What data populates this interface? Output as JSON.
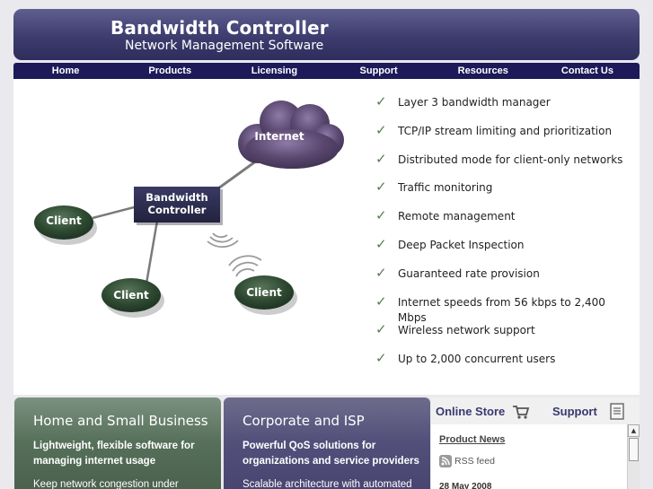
{
  "header": {
    "title": "Bandwidth Controller",
    "subtitle": "Network Management Software"
  },
  "nav": {
    "items": [
      {
        "label": "Home"
      },
      {
        "label": "Products"
      },
      {
        "label": "Licensing"
      },
      {
        "label": "Support"
      },
      {
        "label": "Resources"
      },
      {
        "label": "Contact Us"
      }
    ]
  },
  "diagram": {
    "internet": "Internet",
    "controller_line1": "Bandwidth",
    "controller_line2": "Controller",
    "client_left": "Client",
    "client_bottom": "Client",
    "client_wireless": "Client"
  },
  "features": {
    "items": [
      "Layer 3 bandwidth manager",
      "TCP/IP stream limiting and prioritization",
      "Distributed mode for client-only networks",
      "Traffic monitoring",
      "Remote management",
      "Deep Packet Inspection",
      "Guaranteed rate provision",
      "Internet speeds from 56 kbps to 2,400 Mbps",
      "Wireless network support",
      "Up to 2,000 concurrent users"
    ]
  },
  "panels": {
    "home": {
      "title": "Home and Small Business",
      "bold": "Lightweight, flexible software for managing internet usage",
      "body": "Keep network congestion under"
    },
    "corporate": {
      "title": "Corporate and ISP",
      "bold": "Powerful QoS solutions for organizations and service providers",
      "body": "Scalable architecture with automated"
    }
  },
  "sidebox": {
    "online_store": "Online Store",
    "support": "Support",
    "product_news": "Product News",
    "rss": "RSS feed",
    "date": "28 May 2008"
  },
  "colors": {
    "header_bg": "#3d3c6e",
    "nav_bg": "#1c1a58",
    "node_green": "#2f4a32",
    "controller_bg": "#2a2a4e",
    "internet_purple": "#5a4870"
  }
}
